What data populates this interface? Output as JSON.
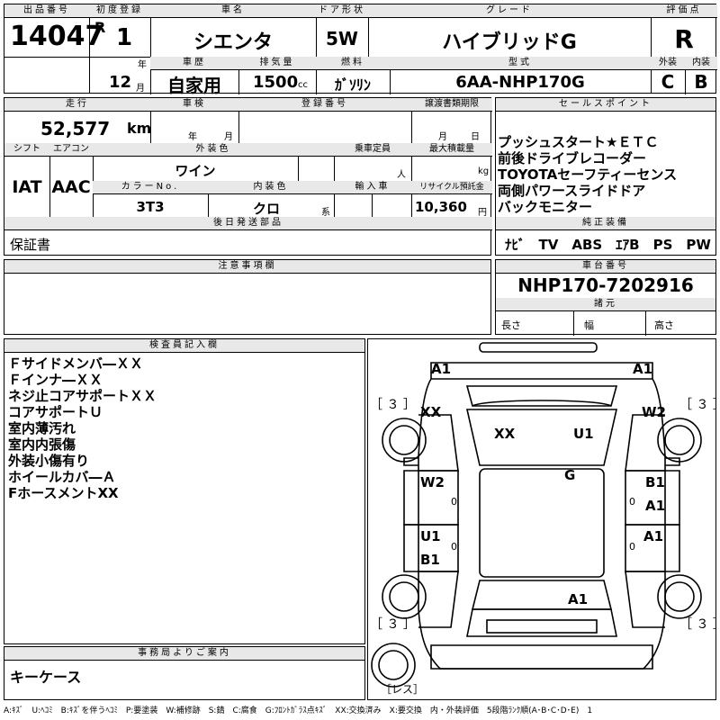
{
  "header": {
    "lot_label": "出品番号",
    "lot_number": "14047",
    "first_reg_label": "初度登録",
    "era": "R",
    "year": "1",
    "year_unit": "年",
    "month": "12",
    "month_unit": "月",
    "car_name_label": "車名",
    "car_name": "シエンタ",
    "door_label": "ドア形状",
    "door": "5W",
    "grade_label": "グレード",
    "grade": "ハイブリッドG",
    "score_label": "評価点",
    "score": "R",
    "history_label": "車歴",
    "history": "自家用",
    "displacement_label": "排気量",
    "displacement": "1500",
    "displacement_unit": "cc",
    "fuel_label": "燃料",
    "fuel": "ｶﾞｿﾘﾝ",
    "model_label": "型式",
    "model": "6AA-NHP170G",
    "exterior_label": "外装",
    "exterior": "C",
    "interior_label": "内装",
    "interior": "B"
  },
  "row2": {
    "mileage_label": "走行",
    "mileage": "52,577",
    "mileage_unit": "km",
    "inspection_label": "車検",
    "year_unit": "年",
    "month_unit": "月",
    "reg_label": "登録番号",
    "transfer_label": "譲渡書類期限",
    "month_unit2": "月",
    "day_unit": "日",
    "shift_label": "シフト",
    "shift": "IAT",
    "ac_label": "エアコン",
    "ac": "AAC",
    "color_label": "外装色",
    "color": "ワイン",
    "capacity_label": "乗車定員",
    "capacity_unit": "人",
    "load_label": "最大積載量",
    "load_unit": "kg",
    "color_no_label": "カラーNo.",
    "color_no": "3T3",
    "int_color_label": "内装色",
    "int_color": "クロ",
    "int_color_unit": "系",
    "import_label": "輸入車",
    "recycle_label": "リサイクル預託金",
    "recycle": "10,360",
    "recycle_unit": "円",
    "later_label": "後日発送部品",
    "later": "保証書"
  },
  "sales": {
    "label": "セールスポイント",
    "items": [
      "プッシュスタート★ＥＴＣ",
      "前後ドライブレコーダー",
      "TOYOTAセーフティーセンス",
      "両側パワースライドドア",
      "バックモニター"
    ]
  },
  "equipment": {
    "label": "純正装備",
    "items": "ﾅﾋﾞ　TV　ABS　ｴｱB　PS　PW"
  },
  "notes": {
    "label": "注意事項欄"
  },
  "chassis": {
    "label": "車台番号",
    "value": "NHP170-7202916"
  },
  "specs": {
    "label": "諸元",
    "length": "長さ",
    "width": "幅",
    "height": "高さ"
  },
  "inspector": {
    "label": "検査員記入欄",
    "items": [
      "Ｆサイドメンバ―ＸＸ",
      "Ｆインナ―ＸＸ",
      "ネジ止コアサポートＸＸ",
      "コアサポートＵ",
      "室内薄汚れ",
      "室内内張傷",
      "外装小傷有り",
      "ホイールカバ―Ａ",
      "FホースメントXX"
    ]
  },
  "office": {
    "label": "事務局よりご案内",
    "text": "キーケース"
  },
  "diagram": {
    "tire_tl": "［ ３ ］",
    "tire_tr": "［ ３ ］",
    "tire_bl": "［ ３ ］",
    "tire_br": "［ ３ ］",
    "spare": "［レス］",
    "marks": {
      "a1_fl": "A1",
      "a1_fr": "A1",
      "xx_left": "XX",
      "w2_right": "W2",
      "xx_hood": "XX",
      "u1_hood": "U1",
      "g_glass": "G",
      "w2_ldoor": "W2",
      "b1_rdoor": "B1",
      "a1_rdoor": "A1",
      "u1_lrear": "U1",
      "b1_lrear": "B1",
      "a1_rrear": "A1",
      "a1_back": "A1"
    },
    "zero": "0"
  },
  "legend": "A:ｷｽﾞ　U:ﾍｺﾐ　B:ｷｽﾞを伴うﾍｺﾐ　P:要塗装　W:補修跡　S:錆　C:腐食　G:ﾌﾛﾝﾄｶﾞﾗｽ点ｷｽﾞ　XX:交換済み　X:要交換　内・外装評価　5段階ﾗﾝｸ順(A･B･C･D･E)　1"
}
